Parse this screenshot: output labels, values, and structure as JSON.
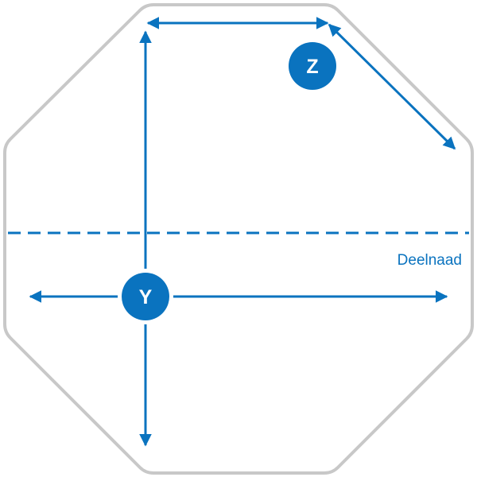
{
  "diagram": {
    "colors": {
      "outline": "#c8c8c8",
      "accent": "#0a73bf",
      "badge_text": "#ffffff",
      "background": "#ffffff"
    },
    "badge_z": {
      "text": "Z"
    },
    "badge_y": {
      "text": "Y"
    },
    "seam_label": "Deelnaad"
  }
}
